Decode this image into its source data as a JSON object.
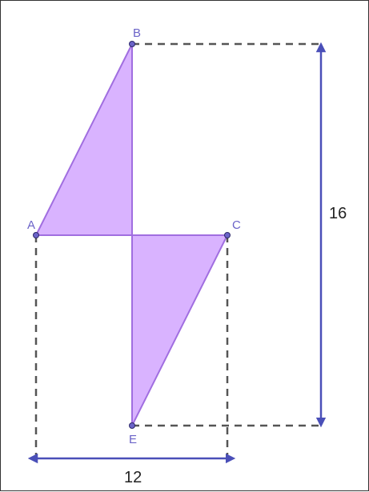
{
  "figure": {
    "points": [
      {
        "id": "B",
        "label": "B"
      },
      {
        "id": "A",
        "label": "A"
      },
      {
        "id": "C",
        "label": "C"
      },
      {
        "id": "E",
        "label": "E"
      }
    ],
    "width_label": "12",
    "height_label": "16",
    "shape_fill": "#d9b3ff",
    "shape_stroke": "#a06ee0",
    "point_color": "#6b63c8",
    "dash_color": "#555555",
    "vertical_arrow_color": "#4a4fb8",
    "horizontal_arrow_color": "#4a4fb8"
  }
}
